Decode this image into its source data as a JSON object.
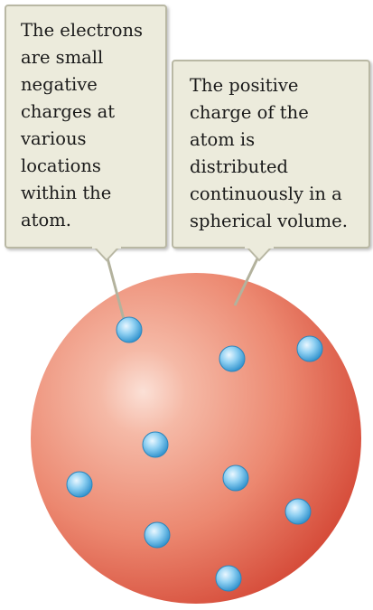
{
  "callouts": {
    "electrons": {
      "lines": [
        "The electrons",
        "are small",
        "negative",
        "charges at",
        "various",
        "locations",
        "within the",
        "atom."
      ]
    },
    "positive_charge": {
      "lines": [
        "The positive",
        "charge of the",
        "atom is",
        "distributed",
        "continuously in a",
        "spherical volume."
      ]
    }
  },
  "colors": {
    "sphere_light": "#f6c2b0",
    "sphere_mid": "#ee8a72",
    "sphere_dark": "#d9503e",
    "electron_light": "#e8f6ff",
    "electron_mid": "#7cc8ee",
    "electron_dark": "#2e93cf",
    "callout_fill": "#ecebdc",
    "callout_border": "#b9b8a4"
  }
}
